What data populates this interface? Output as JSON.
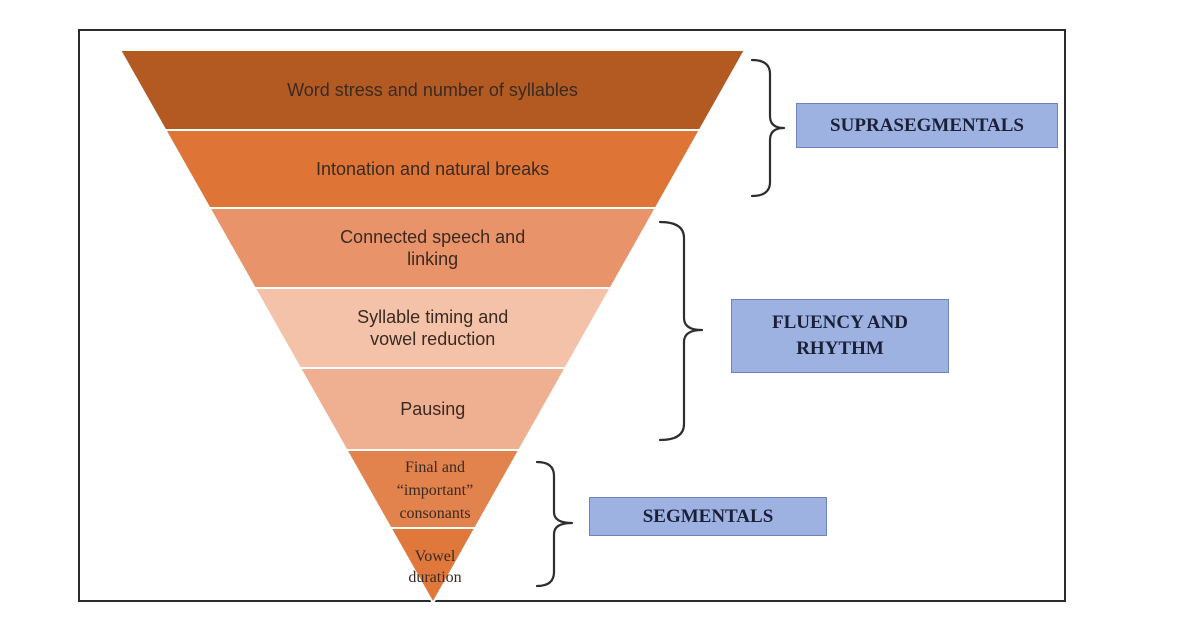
{
  "pyramid": {
    "layers": [
      {
        "lines": [
          "Word stress and number of syllables"
        ],
        "color": "#b25a22"
      },
      {
        "lines": [
          "Intonation and natural breaks"
        ],
        "color": "#de7536"
      },
      {
        "lines": [
          "Connected speech and",
          "linking"
        ],
        "color": "#e9936a"
      },
      {
        "lines": [
          "Syllable timing and",
          "vowel reduction"
        ],
        "color": "#f3c2a8"
      },
      {
        "lines": [
          "Pausing"
        ],
        "color": "#efb091"
      },
      {
        "lines": [
          "Final and",
          "“important”",
          "consonants"
        ],
        "color": "#e2824c"
      },
      {
        "lines": [
          "Vowel",
          "duration"
        ],
        "color": "#e0783c"
      }
    ]
  },
  "groups": [
    {
      "label": "SUPRASEGMENTALS"
    },
    {
      "label": "FLUENCY AND RHYTHM"
    },
    {
      "label": "SEGMENTALS"
    }
  ]
}
